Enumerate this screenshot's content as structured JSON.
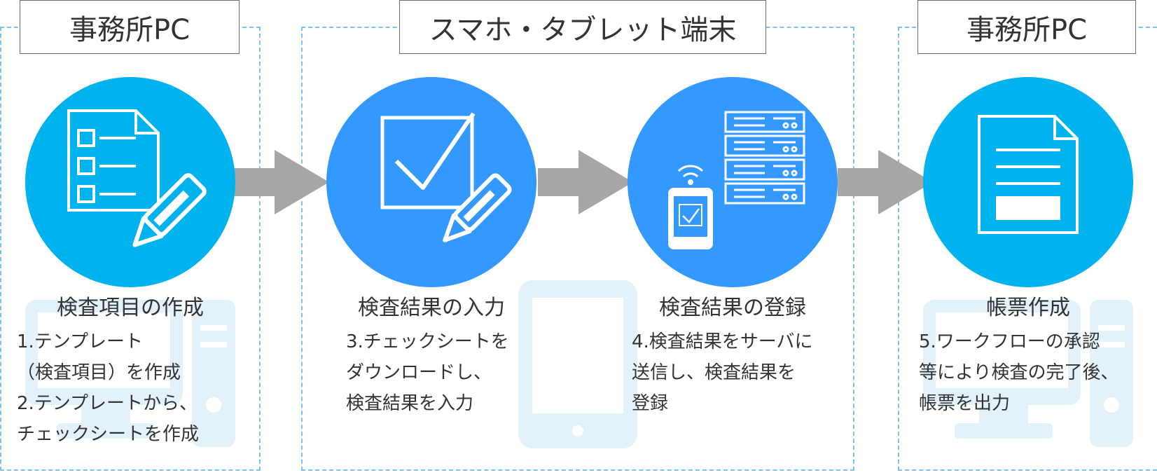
{
  "headers": {
    "left": "事務所PC",
    "middle": "スマホ・タブレット端末",
    "right": "事務所PC"
  },
  "steps": [
    {
      "title": "検査項目の作成",
      "lines": [
        "1.テンプレート",
        "（検査項目）を作成",
        "2.テンプレートから、",
        "チェックシートを作成"
      ]
    },
    {
      "title": "検査結果の入力",
      "lines": [
        "3.チェックシートを",
        "ダウンロードし、",
        "検査結果を入力"
      ]
    },
    {
      "title": "検査結果の登録",
      "lines": [
        "4.検査結果をサーバに",
        "送信し、検査結果を",
        "登録"
      ]
    },
    {
      "title": "帳票作成",
      "lines": [
        "5.ワークフローの承認",
        "等により検査の完了後、",
        "帳票を出力"
      ]
    }
  ],
  "icons": [
    "checklist-edit-icon",
    "checkbox-edit-icon",
    "tablet-server-icon",
    "document-icon"
  ],
  "colors": {
    "circle_cyan": "#00b3ee",
    "circle_blue": "#3399ff",
    "arrow": "#a6a6a6",
    "panel_border": "#7cc3ea",
    "bg_device": "#e3f1fb"
  }
}
